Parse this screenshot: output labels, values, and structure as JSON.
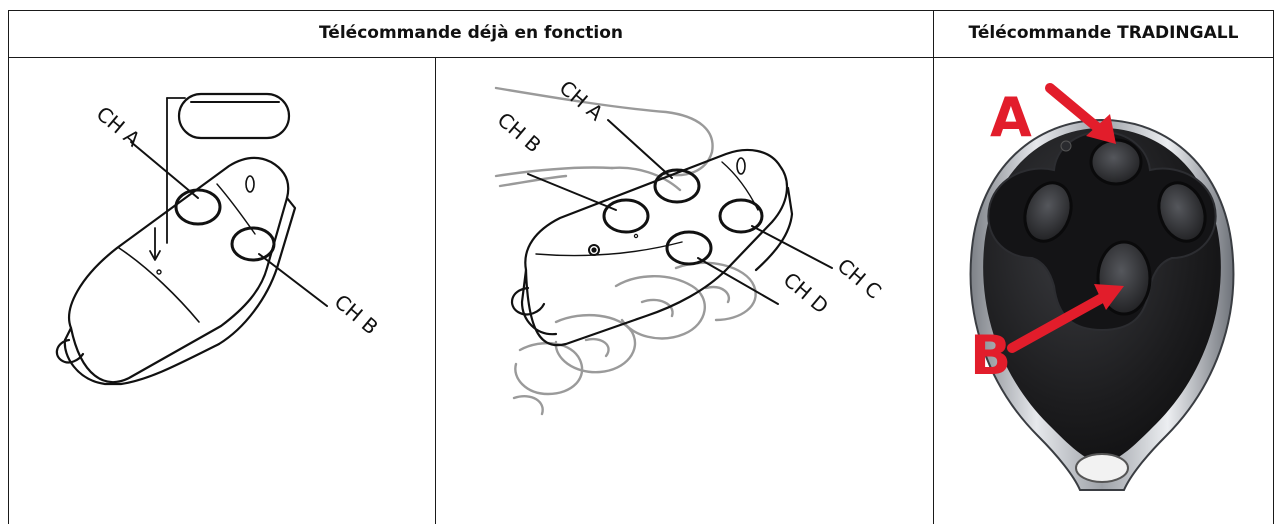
{
  "table": {
    "header_left": "Télécommande déjà en fonction",
    "header_right": "Télécommande TRADINGALL"
  },
  "remote_2ch": {
    "label_a": "CH A",
    "label_b": "CH B"
  },
  "remote_4ch": {
    "label_a": "CH A",
    "label_b": "CH B",
    "label_c": "CH C",
    "label_d": "CH D"
  },
  "tradingall": {
    "label_a": "A",
    "label_b": "B",
    "arrow_color": "#e21d2b",
    "body_color": "#1c1c1e",
    "chrome_color": "#c9ccd1"
  }
}
